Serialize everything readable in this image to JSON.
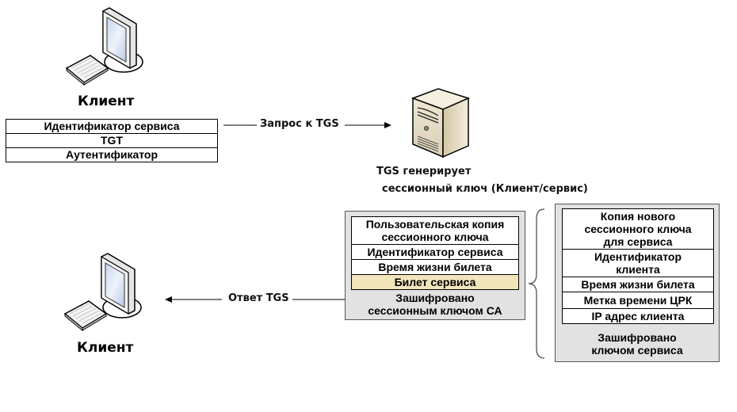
{
  "top_client": {
    "icon": "desktop-computer-icon",
    "label": "Клиент",
    "request_fields": [
      "Идентификатор сервиса",
      "TGT",
      "Аутентификатор"
    ]
  },
  "request_arrow": {
    "label": "Запрос к TGS",
    "direction": "right"
  },
  "tgs_server": {
    "icon": "server-tower-icon",
    "caption_line1": "TGS генерирует",
    "caption_line2": "сессионный ключ (Клиент/сервис)"
  },
  "reply_message": {
    "fields": [
      {
        "text": "Пользовательская копия сессионного ключа",
        "highlight": false
      },
      {
        "text": "Идентификатор сервиса",
        "highlight": false
      },
      {
        "text": "Время жизни билета",
        "highlight": false
      },
      {
        "text": "Билет сервиса",
        "highlight": true
      }
    ],
    "encryption_line1": "Зашифровано",
    "encryption_line2": "сессионным ключом СА",
    "highlight_color": "#f1e5bb"
  },
  "service_ticket": {
    "fields": [
      "Копия нового сессионного ключа для сервиса",
      "Идентификатор клиента",
      "Время жизни билета",
      "Метка времени ЦРК",
      "IP адрес клиента"
    ],
    "encryption_line1": "Зашифровано",
    "encryption_line2": "ключом сервиса"
  },
  "reply_arrow": {
    "label": "Ответ TGS",
    "direction": "left"
  },
  "bottom_client": {
    "icon": "desktop-computer-icon",
    "label": "Клиент"
  },
  "colors": {
    "box_fill": "#e2e2e2",
    "highlight": "#f1e5bb"
  }
}
